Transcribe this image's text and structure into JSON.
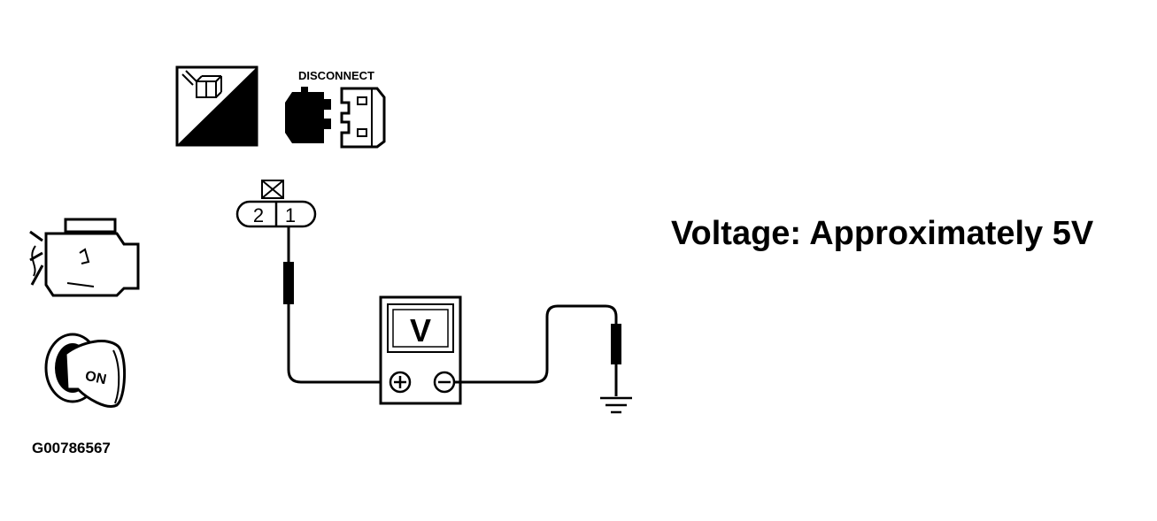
{
  "icons": {
    "ts": {
      "name": "ts-icon",
      "label": "T.S."
    },
    "disconnect": {
      "name": "disconnect-icon",
      "label": "DISCONNECT"
    },
    "engine": {
      "name": "engine-icon"
    },
    "ignition": {
      "name": "ignition-key-icon",
      "label": "ON"
    }
  },
  "connector": {
    "pins": [
      "2",
      "1"
    ]
  },
  "meter": {
    "symbol": "V",
    "positive": "⊕",
    "negative": "⊖"
  },
  "result_text": "Voltage: Approximately 5V",
  "figure_id": "G00786567",
  "colors": {
    "ink": "#000000",
    "background": "#ffffff"
  }
}
